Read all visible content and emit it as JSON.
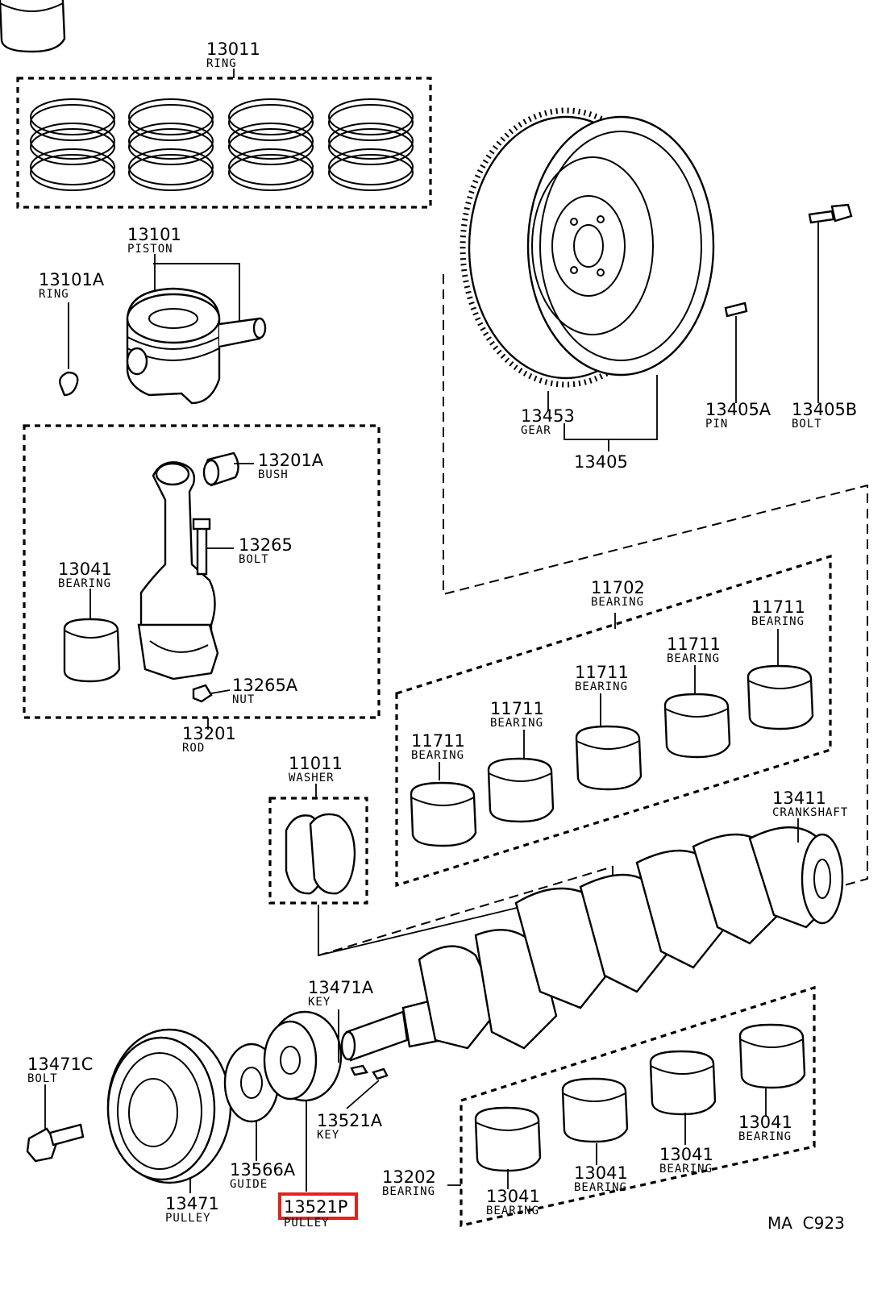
{
  "diagram_code": "MA  C923",
  "highlight_color": "#e1221e",
  "parts": [
    {
      "id": "p13011",
      "num": "13011",
      "name": "RING"
    },
    {
      "id": "p13101",
      "num": "13101",
      "name": "PISTON"
    },
    {
      "id": "p13101a",
      "num": "13101A",
      "name": "RING"
    },
    {
      "id": "p13201a",
      "num": "13201A",
      "name": "BUSH"
    },
    {
      "id": "p13265",
      "num": "13265",
      "name": "BOLT"
    },
    {
      "id": "p13041a",
      "num": "13041",
      "name": "BEARING"
    },
    {
      "id": "p13265a",
      "num": "13265A",
      "name": "NUT"
    },
    {
      "id": "p13201",
      "num": "13201",
      "name": "ROD"
    },
    {
      "id": "p13453",
      "num": "13453",
      "name": "GEAR"
    },
    {
      "id": "p13405",
      "num": "13405",
      "name": ""
    },
    {
      "id": "p13405a",
      "num": "13405A",
      "name": "PIN"
    },
    {
      "id": "p13405b",
      "num": "13405B",
      "name": "BOLT"
    },
    {
      "id": "p11702",
      "num": "11702",
      "name": "BEARING"
    },
    {
      "id": "p11711a",
      "num": "11711",
      "name": "BEARING"
    },
    {
      "id": "p11711b",
      "num": "11711",
      "name": "BEARING"
    },
    {
      "id": "p11711c",
      "num": "11711",
      "name": "BEARING"
    },
    {
      "id": "p11711d",
      "num": "11711",
      "name": "BEARING"
    },
    {
      "id": "p11711e",
      "num": "11711",
      "name": "BEARING"
    },
    {
      "id": "p11011",
      "num": "11011",
      "name": "WASHER"
    },
    {
      "id": "p13411",
      "num": "13411",
      "name": "CRANKSHAFT"
    },
    {
      "id": "p13471a",
      "num": "13471A",
      "name": "KEY"
    },
    {
      "id": "p13471c",
      "num": "13471C",
      "name": "BOLT"
    },
    {
      "id": "p13521a",
      "num": "13521A",
      "name": "KEY"
    },
    {
      "id": "p13566a",
      "num": "13566A",
      "name": "GUIDE"
    },
    {
      "id": "p13471",
      "num": "13471",
      "name": "PULLEY"
    },
    {
      "id": "p13521p",
      "num": "13521P",
      "name": "PULLEY",
      "highlighted": true
    },
    {
      "id": "p13202",
      "num": "13202",
      "name": "BEARING"
    },
    {
      "id": "p13041b",
      "num": "13041",
      "name": "BEARING"
    },
    {
      "id": "p13041c",
      "num": "13041",
      "name": "BEARING"
    },
    {
      "id": "p13041d",
      "num": "13041",
      "name": "BEARING"
    },
    {
      "id": "p13041e",
      "num": "13041",
      "name": "BEARING"
    }
  ]
}
